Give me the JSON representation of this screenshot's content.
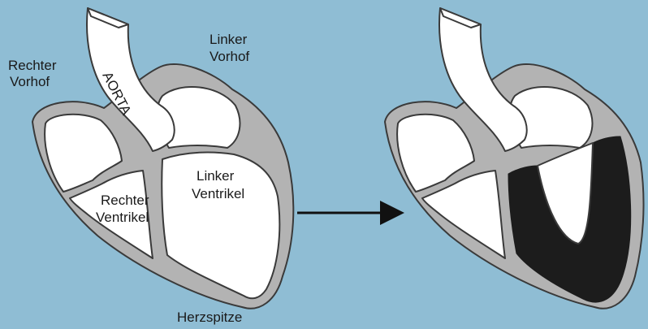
{
  "labels": {
    "right_atrium": [
      "Rechter",
      "Vorhof"
    ],
    "left_atrium": [
      "Linker",
      "Vorhof"
    ],
    "aorta": "AORTA",
    "right_ventricle": [
      "Rechter",
      "Ventrikel"
    ],
    "left_ventricle": [
      "Linker",
      "Ventrikel"
    ],
    "apex": "Herzspitze"
  },
  "colors": {
    "background": "#8fbdd4",
    "wall": "#b3b3b3",
    "chamber": "#ffffff",
    "outline": "#3a3a3a",
    "thickened_wall": "#1c1c1c",
    "arrow": "#111111"
  }
}
